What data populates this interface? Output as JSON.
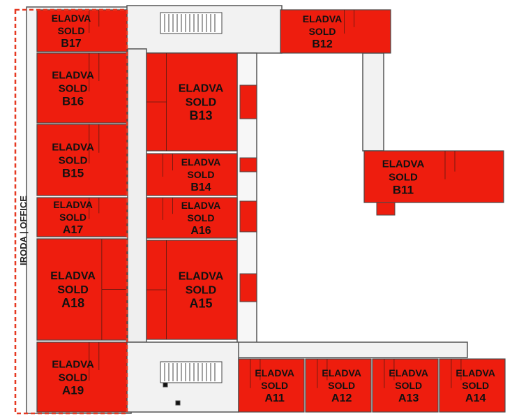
{
  "colors": {
    "unit_fill": "#ee1d0e",
    "unit_stroke": "#4a4a4a",
    "wall": "#555555",
    "corridor": "#f2f2f2",
    "office_outline": "#e53922"
  },
  "office_label": "IRODA | OFFICE",
  "status_hu": "ELADVA",
  "status_en": "SOLD",
  "units": [
    {
      "id": "B17"
    },
    {
      "id": "B16"
    },
    {
      "id": "B15"
    },
    {
      "id": "A17"
    },
    {
      "id": "A18"
    },
    {
      "id": "A19"
    },
    {
      "id": "B12"
    },
    {
      "id": "B13"
    },
    {
      "id": "B14"
    },
    {
      "id": "A16"
    },
    {
      "id": "A15"
    },
    {
      "id": "B11"
    },
    {
      "id": "A11"
    },
    {
      "id": "A12"
    },
    {
      "id": "A13"
    },
    {
      "id": "A14"
    }
  ]
}
